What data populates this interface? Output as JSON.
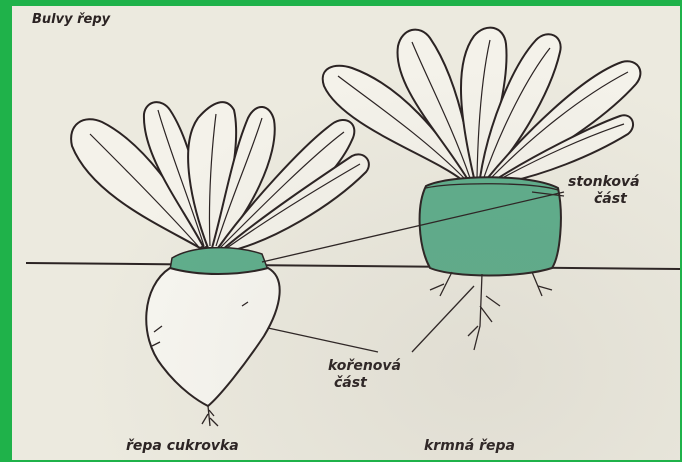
{
  "title": "Bulvy řepy",
  "labels": {
    "stem_part": [
      "stonková",
      "část"
    ],
    "root_part": [
      "kořenová",
      "část"
    ]
  },
  "captions": {
    "sugar_beet": "řepa cukrovka",
    "fodder_beet": "krmná řepa"
  },
  "colors": {
    "border": "#1fb24a",
    "paper": "#eceadf",
    "ink": "#2b2323",
    "crown_green": "#5fae8c"
  }
}
